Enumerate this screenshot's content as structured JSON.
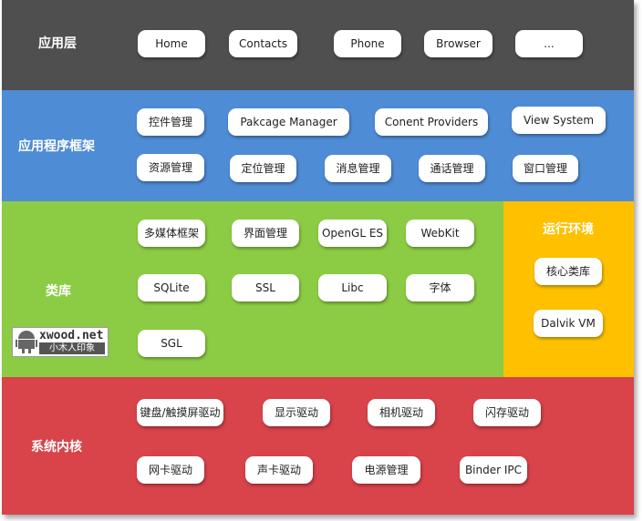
{
  "app_layer": {
    "title": "应用层",
    "items": [
      "Home",
      "Contacts",
      "Phone",
      "Browser",
      "..."
    ]
  },
  "framework_layer": {
    "title": "应用程序框架",
    "items": [
      "控件管理",
      "Pakcage Manager",
      "Conent Providers",
      "View System",
      "资源管理",
      "定位管理",
      "消息管理",
      "通话管理",
      "窗口管理"
    ]
  },
  "library_layer": {
    "title": "类库",
    "items": [
      "多媒体框架",
      "界面管理",
      "OpenGL ES",
      "WebKit",
      "SQLite",
      "SSL",
      "Libc",
      "字体",
      "SGL"
    ]
  },
  "runtime_layer": {
    "title": "运行环境",
    "items": [
      "核心类库",
      "Dalvik VM"
    ]
  },
  "kernel_layer": {
    "title": "系统内核",
    "items": [
      "键盘/触摸屏驱动",
      "显示驱动",
      "相机驱动",
      "闪存驱动",
      "网卡驱动",
      "声卡驱动",
      "电源管理",
      "Binder IPC"
    ]
  },
  "watermark": {
    "brand": "xwood.net",
    "subtitle": "小木人印象"
  },
  "colors": {
    "app_layer": "#4f4f4f",
    "framework_layer": "#4f8cd6",
    "library_layer": "#8ccc44",
    "runtime_layer": "#ffc000",
    "kernel_layer": "#d9434a"
  }
}
